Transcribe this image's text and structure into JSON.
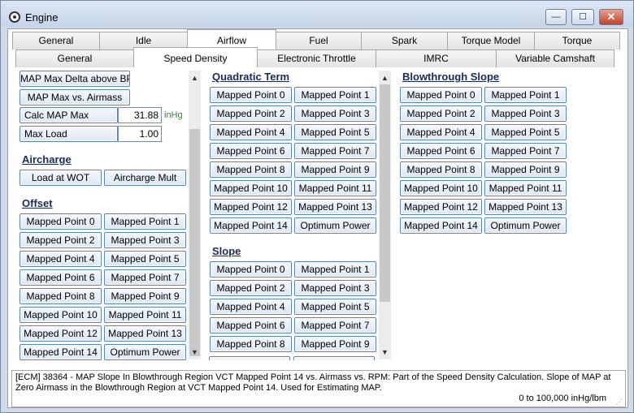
{
  "window": {
    "title": "Engine",
    "min": "—",
    "max": "☐",
    "close": "✕"
  },
  "tabs1": [
    "General",
    "Idle",
    "Airflow",
    "Fuel",
    "Spark",
    "Torque Model",
    "Torque Management"
  ],
  "tabs2": [
    "General",
    "Speed Density",
    "Electronic Throttle",
    "IMRC",
    "Variable Camshaft"
  ],
  "left": {
    "map_max_delta": "MAP Max Delta above BP",
    "map_max_airmass": "MAP Max vs. Airmass",
    "calc_map_max_label": "Calc MAP Max",
    "calc_map_max_value": "31.88",
    "calc_map_max_unit": "inHg",
    "max_load_label": "Max Load",
    "max_load_value": "1.00",
    "aircharge_title": "Aircharge",
    "load_at_wot": "Load at WOT",
    "aircharge_mult": "Aircharge Mult",
    "offset_title": "Offset"
  },
  "mapped": [
    "Mapped Point 0",
    "Mapped Point 1",
    "Mapped Point 2",
    "Mapped Point 3",
    "Mapped Point 4",
    "Mapped Point 5",
    "Mapped Point 6",
    "Mapped Point 7",
    "Mapped Point 8",
    "Mapped Point 9",
    "Mapped Point 10",
    "Mapped Point 11",
    "Mapped Point 12",
    "Mapped Point 13",
    "Mapped Point 14",
    "Optimum Power"
  ],
  "mid": {
    "quadratic_title": "Quadratic Term",
    "slope_title": "Slope"
  },
  "right": {
    "blowthrough_title": "Blowthrough Slope"
  },
  "status": {
    "description": "[ECM] 38364 - MAP Slope In Blowthrough Region VCT Mapped Point 14 vs. Airmass vs. RPM: Part of the Speed Density Calculation. Slope of MAP at Zero Airmass in the Blowthrough Region at VCT Mapped Point 14. Used for Estimating MAP.",
    "range": "0 to 100,000 inHg/lbm"
  }
}
